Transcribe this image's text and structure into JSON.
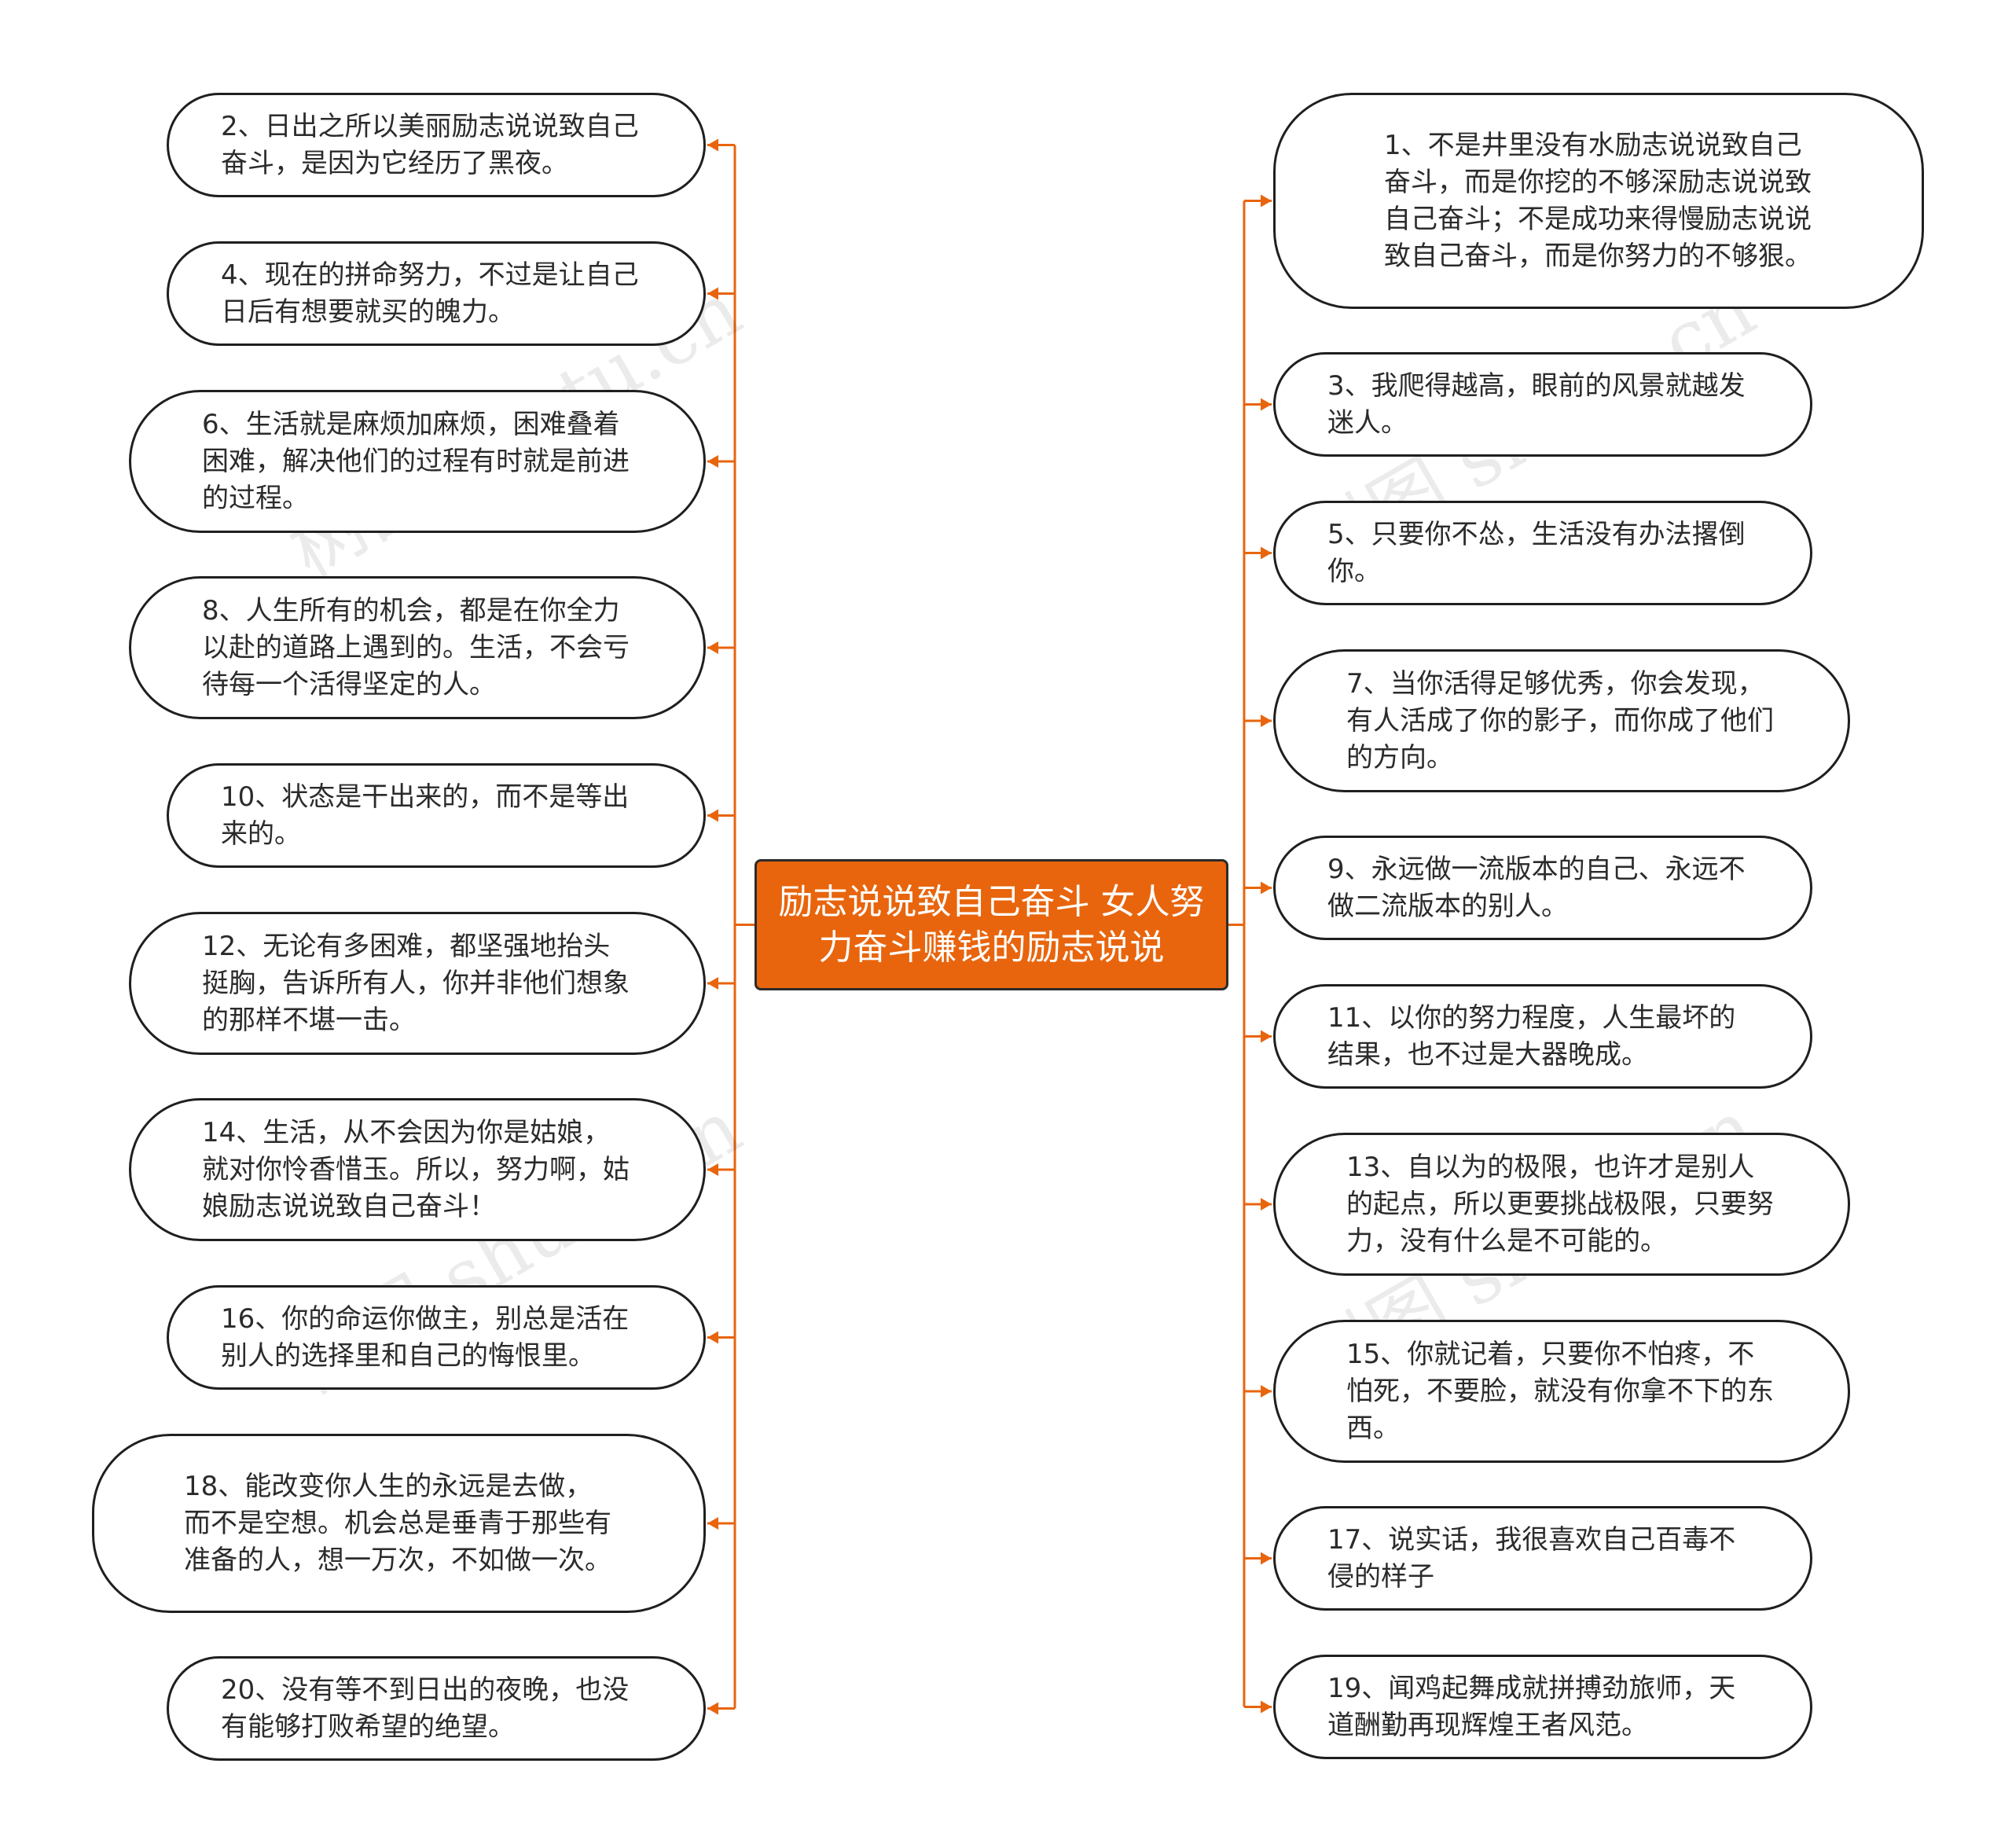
{
  "root": {
    "title": "励志说说致自己奋斗 女人努力奋斗赚钱的励志说说"
  },
  "colors": {
    "accent": "#e8650d",
    "border": "#1f1f1f",
    "text": "#2b2b2b"
  },
  "watermark": "树图 shutu.cn",
  "nodes": {
    "n1": "1、不是井里没有水励志说说致自己奋斗，而是你挖的不够深励志说说致自己奋斗；不是成功来得慢励志说说致自己奋斗，而是你努力的不够狠。",
    "n2": "2、日出之所以美丽励志说说致自己奋斗，是因为它经历了黑夜。",
    "n3": "3、我爬得越高，眼前的风景就越发迷人。",
    "n4": "4、现在的拼命努力，不过是让自己日后有想要就买的魄力。",
    "n5": "5、只要你不怂，生活没有办法撂倒你。",
    "n6": "6、生活就是麻烦加麻烦，困难叠着困难，解决他们的过程有时就是前进的过程。",
    "n7": "7、当你活得足够优秀，你会发现，有人活成了你的影子，而你成了他们的方向。",
    "n8": "8、人生所有的机会，都是在你全力以赴的道路上遇到的。生活，不会亏待每一个活得坚定的人。",
    "n9": "9、永远做一流版本的自己、永远不做二流版本的别人。",
    "n10": "10、状态是干出来的，而不是等出来的。",
    "n11": "11、以你的努力程度，人生最坏的结果，也不过是大器晚成。",
    "n12": "12、无论有多困难，都坚强地抬头挺胸，告诉所有人，你并非他们想象的那样不堪一击。",
    "n13": "13、自以为的极限，也许才是别人的起点，所以更要挑战极限，只要努力，没有什么是不可能的。",
    "n14": "14、生活，从不会因为你是姑娘，就对你怜香惜玉。所以，努力啊，姑娘励志说说致自己奋斗！",
    "n15": "15、你就记着，只要你不怕疼，不怕死，不要脸，就没有你拿不下的东西。",
    "n16": "16、你的命运你做主，别总是活在别人的选择里和自己的悔恨里。",
    "n17": "17、说实话，我很喜欢自己百毒不侵的样子",
    "n18": "18、能改变你人生的永远是去做，而不是空想。机会总是垂青于那些有准备的人，想一万次，不如做一次。",
    "n19": "19、闻鸡起舞成就拼搏劲旅师，天道酬勤再现辉煌王者风范。",
    "n20": "20、没有等不到日出的夜晚，也没有能够打败希望的绝望。"
  }
}
